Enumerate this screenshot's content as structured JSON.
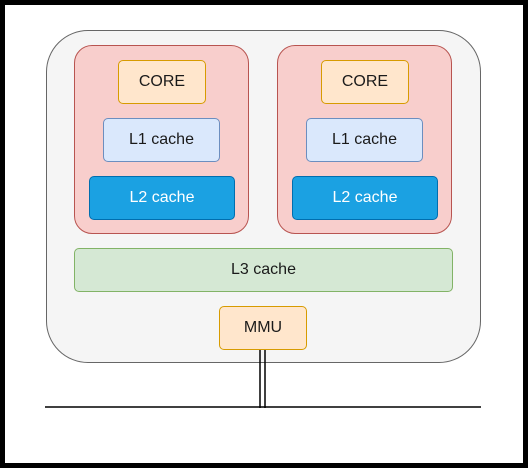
{
  "diagram": {
    "cores": [
      {
        "core_label": "CORE",
        "l1_label": "L1 cache",
        "l2_label": "L2 cache"
      },
      {
        "core_label": "CORE",
        "l1_label": "L1 cache",
        "l2_label": "L2 cache"
      }
    ],
    "l3_label": "L3 cache",
    "mmu_label": "MMU",
    "colors": {
      "chip_fill": "#f5f5f5",
      "chip_stroke": "#666666",
      "core_group_fill": "#f8cecc",
      "core_group_stroke": "#b85450",
      "core_fill": "#ffe6cc",
      "core_stroke": "#d79b00",
      "l1_fill": "#dae8fc",
      "l1_stroke": "#6c8ebf",
      "l2_fill": "#1ba1e2",
      "l2_stroke": "#006eaf",
      "l3_fill": "#d5e8d4",
      "l3_stroke": "#82b366",
      "bus_line": "#000000"
    }
  }
}
